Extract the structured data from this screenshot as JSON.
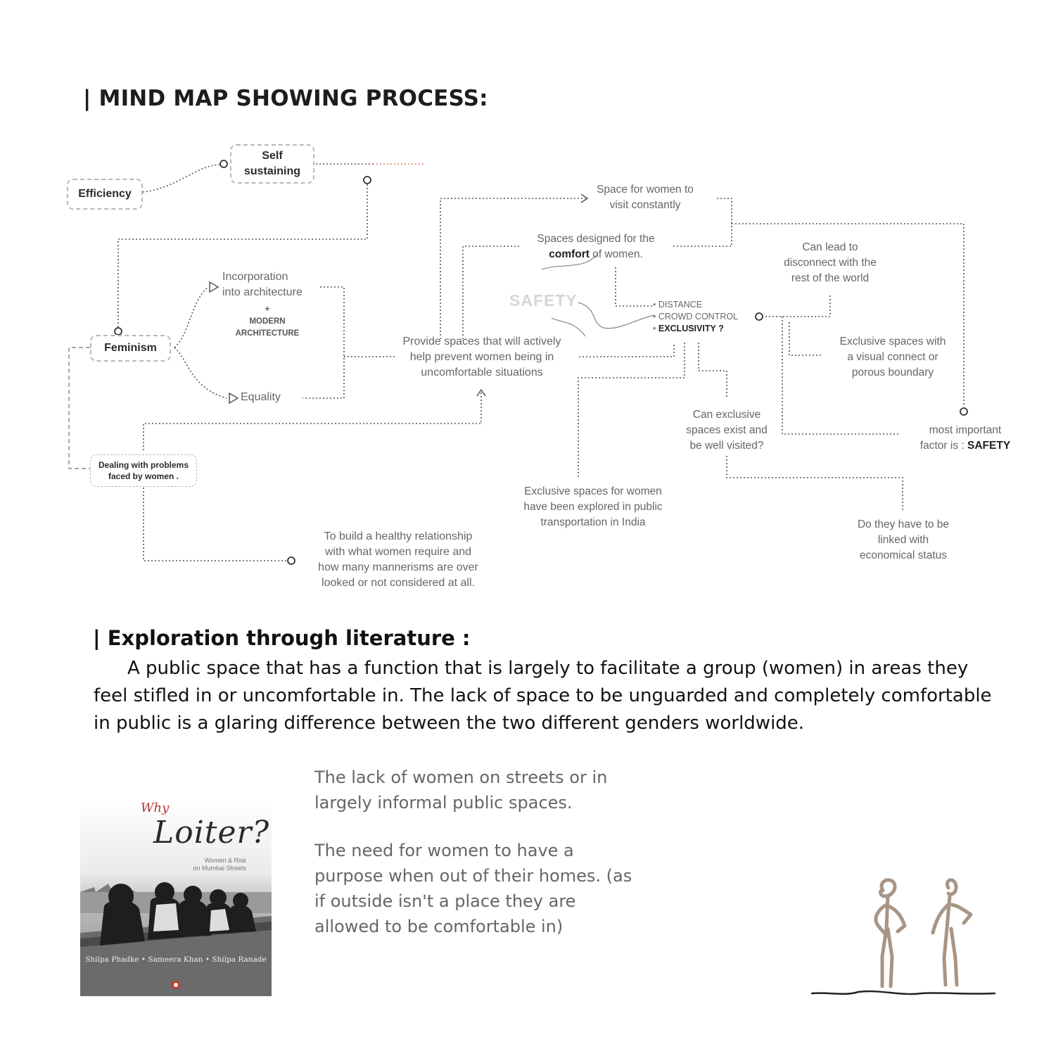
{
  "heading": "| MIND MAP SHOWING PROCESS:",
  "mindmap": {
    "efficiency": "Efficiency",
    "self_sustaining": [
      "Self",
      "sustaining"
    ],
    "feminism": "Feminism",
    "incorporation": [
      "Incorporation",
      "into architecture"
    ],
    "modern_plus": "+",
    "modern": [
      "MODERN",
      "ARCHITECTURE"
    ],
    "equality": "Equality",
    "dealing": [
      "Dealing with problems",
      "faced by women ."
    ],
    "healthy": [
      "To build a healthy relationship",
      "with what women require and",
      "how many mannerisms are over",
      "looked or not considered at all."
    ],
    "provide": [
      "Provide spaces that will actively",
      "help prevent women being in",
      "uncomfortable situations"
    ],
    "safety": "SAFETY",
    "space_visit": [
      "Space for women to",
      "visit constantly"
    ],
    "comfort_line1": "Spaces designed for the",
    "comfort_bold": "comfort",
    "comfort_rest": " of women.",
    "bullets": [
      "DISTANCE",
      "CROWD CONTROL"
    ],
    "bullet_bold": "EXCLUSIVITY ?",
    "disconnect": [
      "Can lead to",
      "disconnect with the",
      "rest of the world"
    ],
    "exclusive_visual": [
      "Exclusive spaces with",
      "a visual connect or",
      "porous boundary"
    ],
    "can_exclusive": [
      "Can exclusive",
      "spaces exist and",
      "be well visited?"
    ],
    "important_line1": "most important",
    "important_prefix": "factor is : ",
    "important_bold": "SAFETY",
    "transport": [
      "Exclusive spaces for women",
      "have been explored in public",
      "transportation in India"
    ],
    "economic": [
      "Do they have to be",
      "linked with",
      "economical status"
    ]
  },
  "literature": {
    "heading": "| Exploration through literature :",
    "paragraph": "A public  space that has a function that is largely to facilitate a group (women) in areas they feel stifled in or uncomfortable in. The lack of space to be unguarded and completely comfortable in public is a glaring difference between the two different genders worldwide."
  },
  "book": {
    "title_small": "Why",
    "title_big": "Loiter?",
    "subtitle": [
      "Women & Risk",
      "on Mumbai Streets"
    ],
    "authors": "Shilpa Phadke • Sameera Khan • Shilpa Ranade"
  },
  "quotes": [
    "The lack of women on streets or in largely informal public spaces.",
    "The need for women to have a purpose when out of their homes. (as if outside isn't a place they are allowed to be comfortable in)"
  ],
  "icons": [
    "bird-icon",
    "figures-sketch-icon"
  ]
}
